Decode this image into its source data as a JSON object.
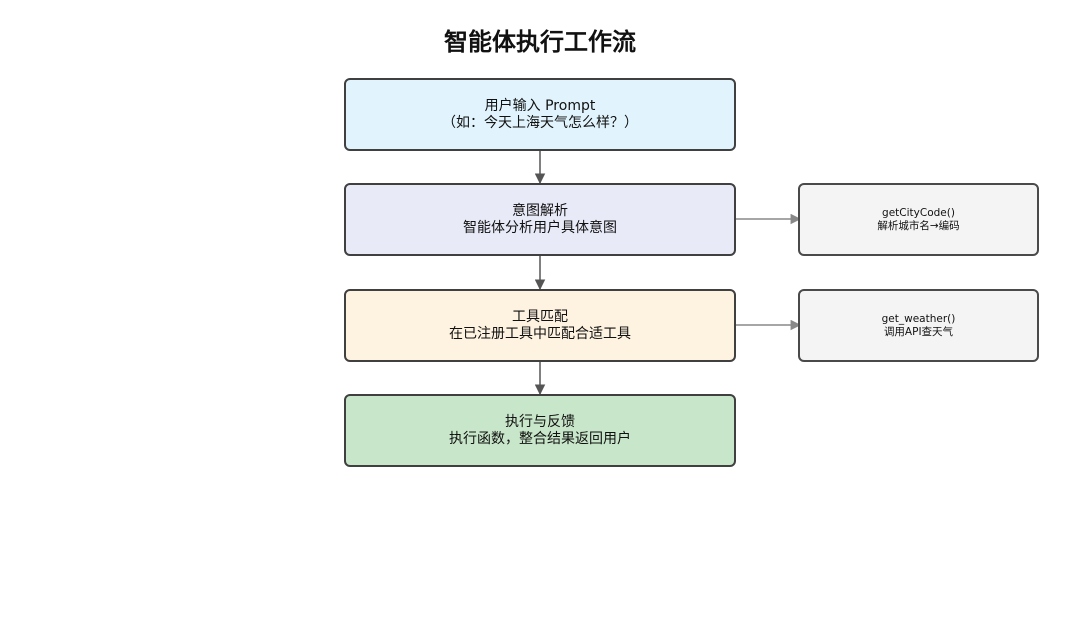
{
  "title": "智能体执行工作流",
  "steps": [
    {
      "line1": "用户输入 Prompt",
      "line2": "（如：今天上海天气怎么样？）",
      "color": "#e1f4fd"
    },
    {
      "line1": "意图解析",
      "line2": "智能体分析用户具体意图",
      "color": "#e8eaf7"
    },
    {
      "line1": "工具匹配",
      "line2": "在已注册工具中匹配合适工具",
      "color": "#fef3e1"
    },
    {
      "line1": "执行与反馈",
      "line2": "执行函数，整合结果返回用户",
      "color": "#c8e6c9"
    }
  ],
  "side_notes": [
    {
      "line1": "getCityCode()",
      "line2": "解析城市名→编码"
    },
    {
      "line1": "get_weather()",
      "line2": "调用API查天气"
    }
  ]
}
